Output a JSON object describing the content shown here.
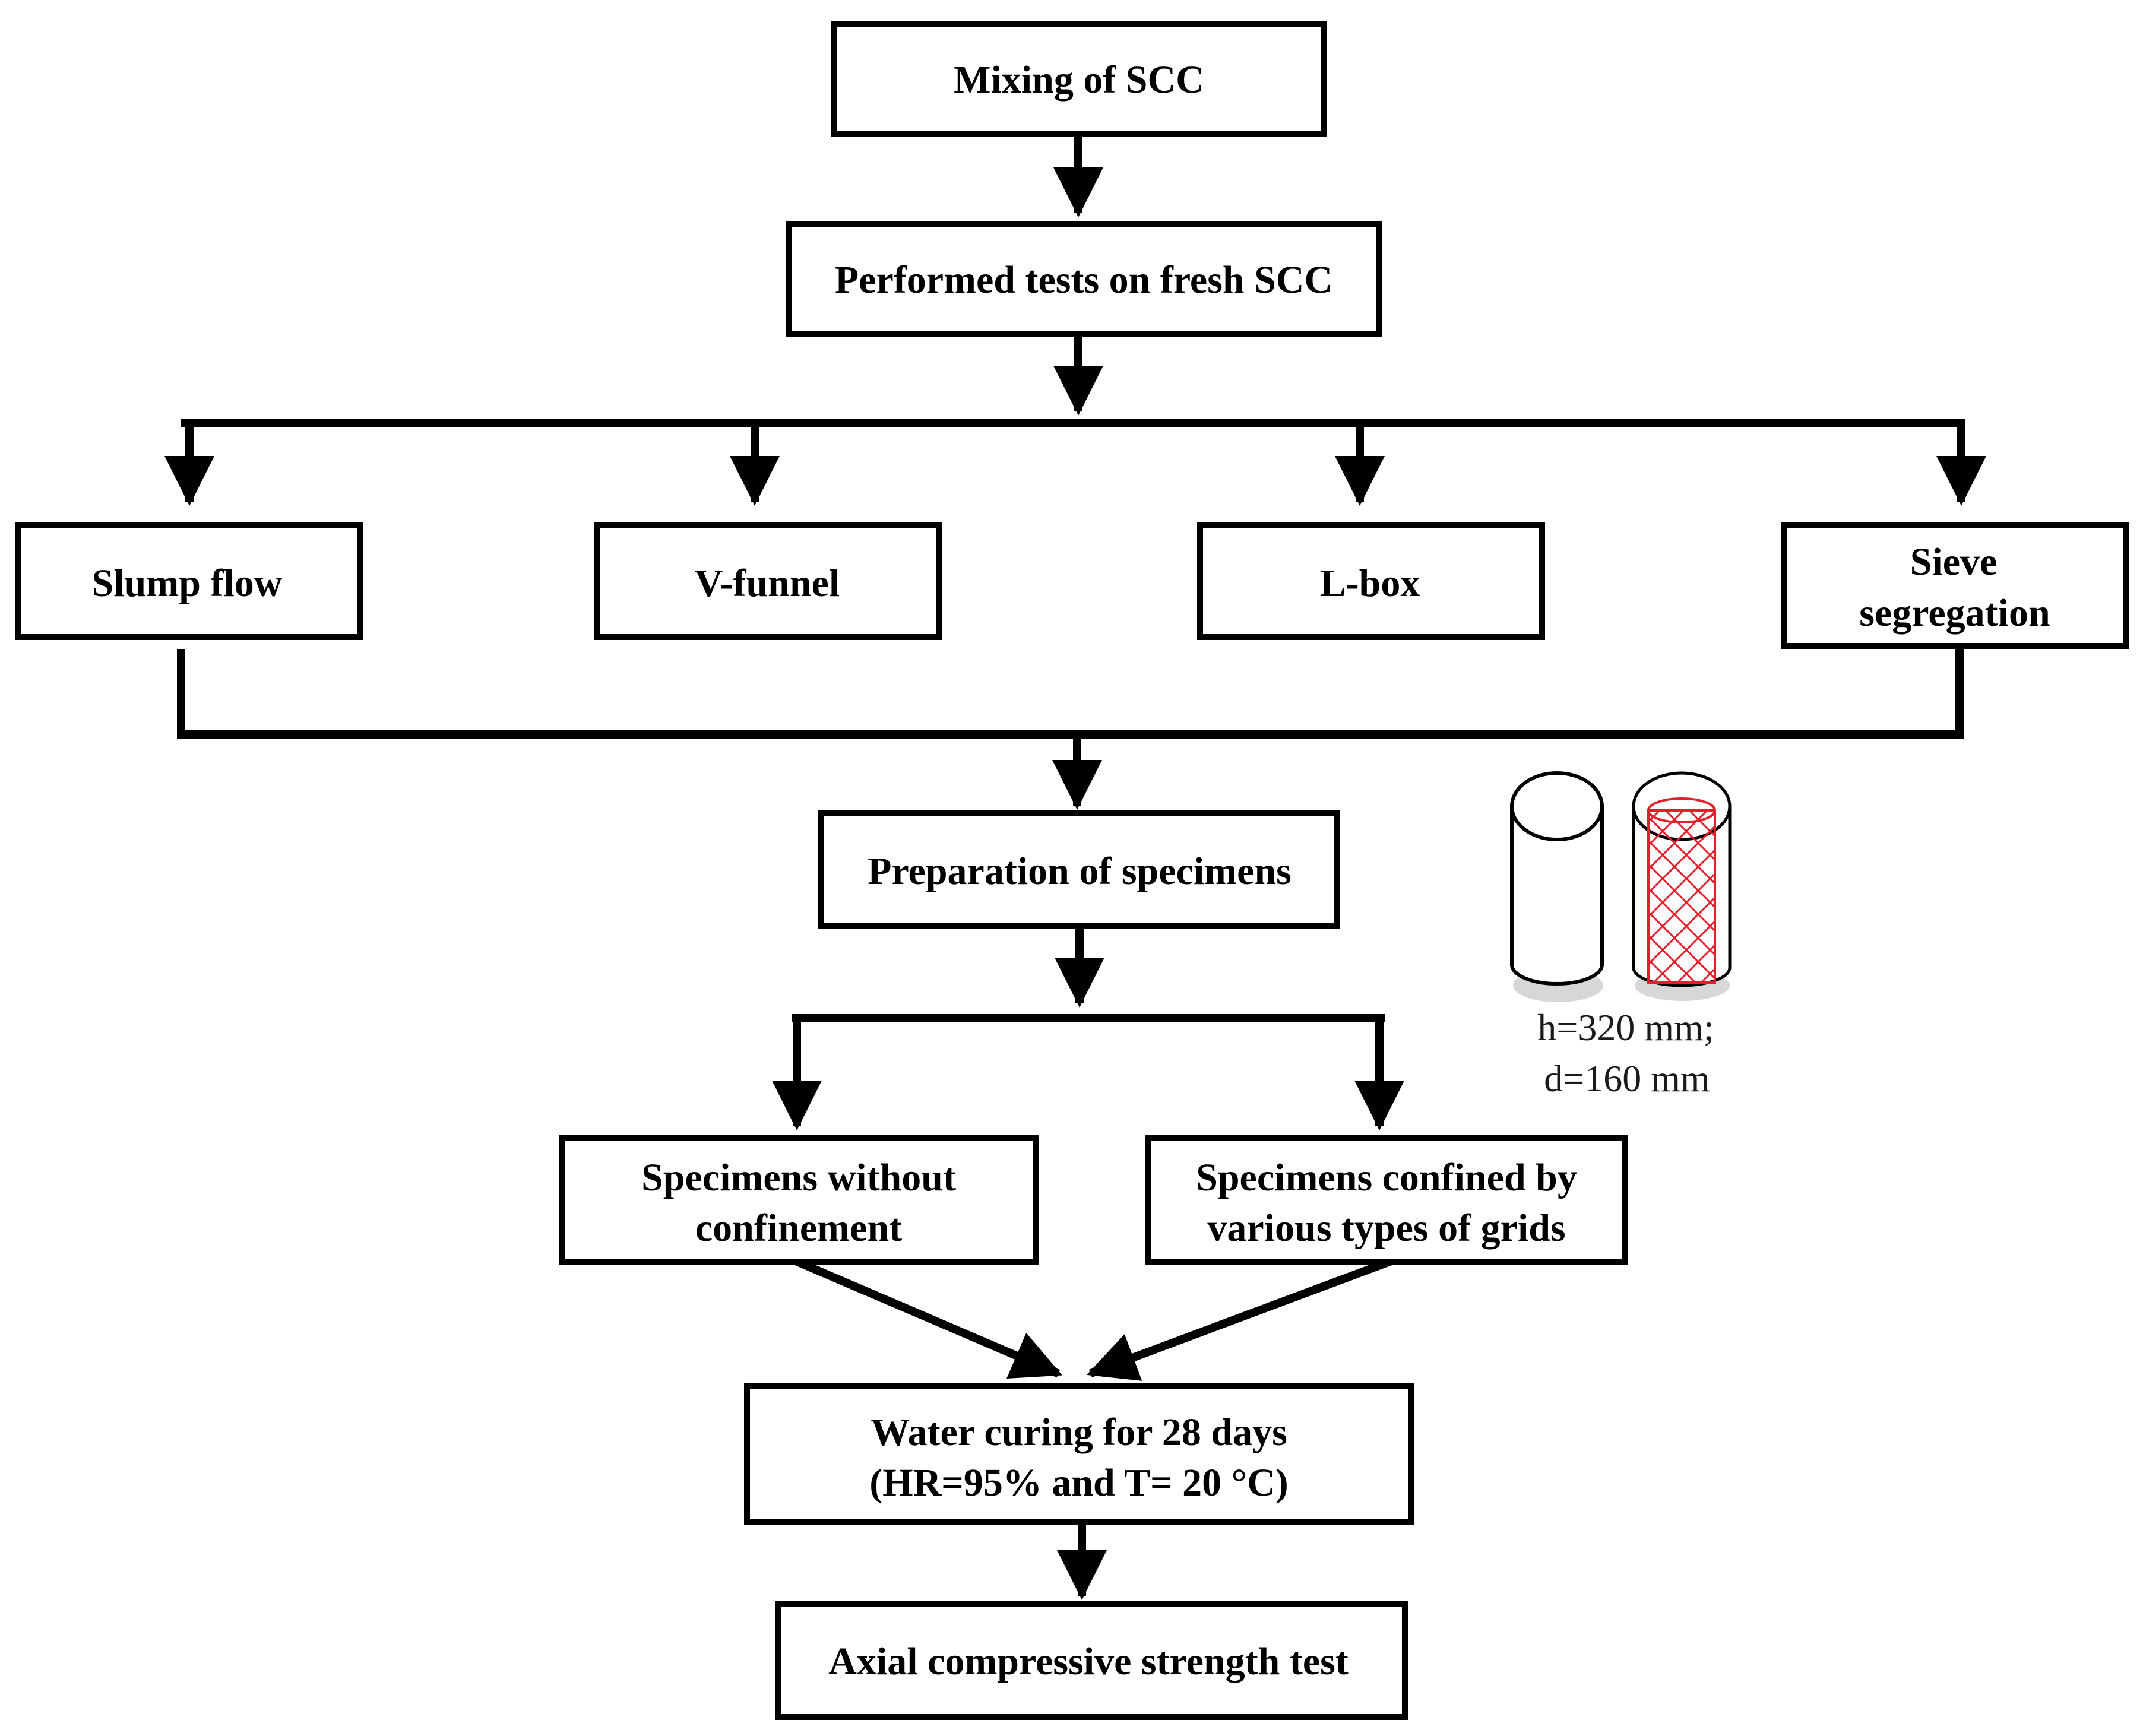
{
  "steps": {
    "mixing": "Mixing of SCC",
    "fresh_tests": "Performed tests on fresh SCC",
    "slump_flow": "Slump flow",
    "v_funnel": "V-funnel",
    "l_box": "L-box",
    "sieve_line1": "Sieve",
    "sieve_line2": "segregation",
    "preparation": "Preparation of specimens",
    "without_line1": "Specimens without",
    "without_line2": "confinement",
    "confined_line1": "Specimens confined by",
    "confined_line2": "various types of grids",
    "curing_line1": "Water curing for 28 days",
    "curing_line2": "(HR=95% and T= 20 °C)",
    "axial": "Axial compressive strength test"
  },
  "specimen": {
    "dim_line1": "h=320 mm;",
    "dim_line2": "d=160 mm",
    "grid_color": "#e0202a"
  }
}
